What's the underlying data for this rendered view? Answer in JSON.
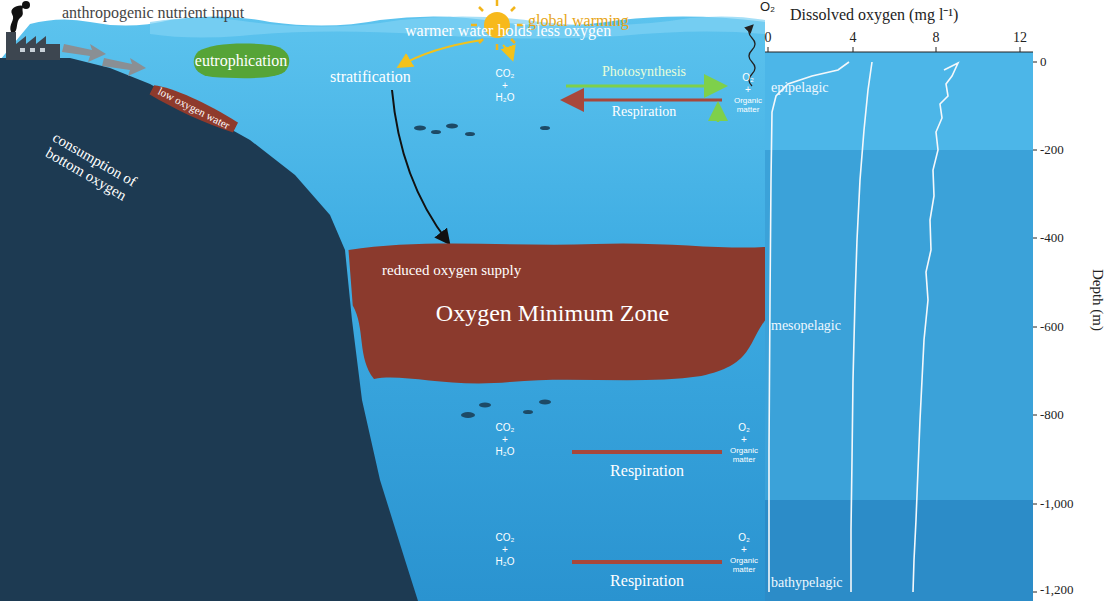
{
  "diagram": {
    "nodes": [
      {
        "text": [
          "eutrophication"
        ]
      },
      {
        "text": [
          "low oxygen water"
        ]
      },
      {
        "text": [
          "Oxygen Minimum Zone"
        ]
      }
    ],
    "labels": [
      "anthropogenic nutrient input",
      "global warming",
      "O₂",
      "warmer water holds less oxygen",
      "stratification",
      "consumption of bottom oxygen",
      "CO₂",
      "+",
      "H₂O",
      "Photosynthesis",
      "Respiration",
      "O₂",
      "+",
      "Organic matter",
      "reduced oxygen supply",
      "CO₂",
      "+",
      "H₂O",
      "Respiration",
      "O₂",
      "+",
      "Organic matter",
      "CO₂",
      "+",
      "H₂O",
      "Respiration",
      "O₂",
      "+",
      "Organic matter",
      "Dissolved oxygen (mg l⁻¹)",
      "0",
      "4",
      "8",
      "12",
      "0",
      "-200",
      "-400",
      "-600",
      "-800",
      "-1,000",
      "-1,200",
      "Depth (m)",
      "epipelagic",
      "mesopelagic",
      "bathypelagic"
    ]
  }
}
